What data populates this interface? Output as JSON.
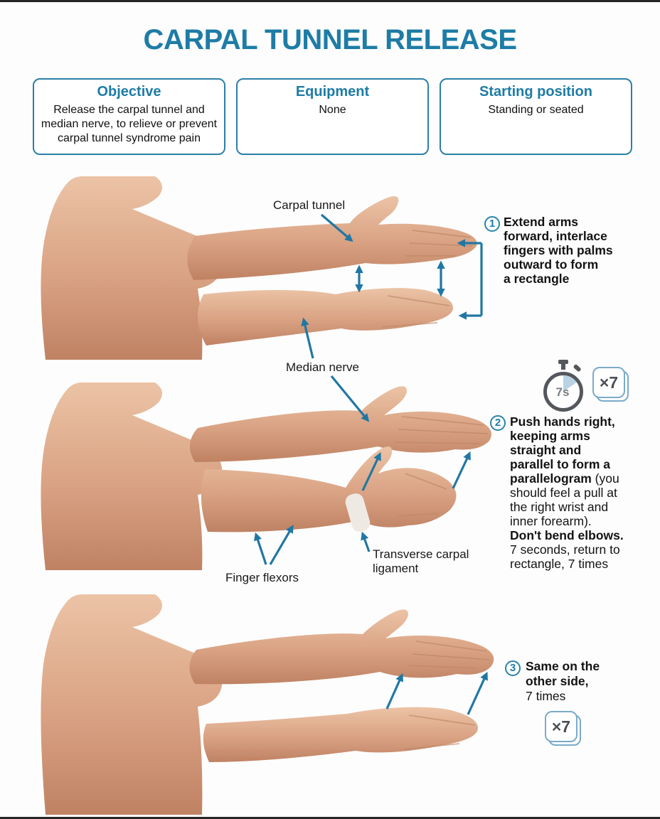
{
  "title": "CARPAL TUNNEL RELEASE",
  "info_boxes": [
    {
      "title": "Objective",
      "body": "Release the carpal tunnel and\nmedian nerve, to relieve or prevent\ncarpal tunnel syndrome pain"
    },
    {
      "title": "Equipment",
      "body": "None"
    },
    {
      "title": "Starting position",
      "body": "Standing or seated"
    }
  ],
  "labels": {
    "carpal_tunnel": "Carpal tunnel",
    "median_nerve": "Median nerve",
    "finger_flexors": "Finger flexors",
    "transverse_carpal_ligament": "Transverse carpal\nligament"
  },
  "steps": [
    {
      "number": "1",
      "bold": "Extend arms\nforward, interlace\nfingers with palms\noutward to form\na rectangle"
    },
    {
      "number": "2",
      "bold_1": "Push hands right,\nkeeping arms\nstraight and\nparallel to form a\nparallelogram ",
      "normal_1": "(you\nshould feel a pull at\nthe right wrist and\ninner forearm).\n",
      "bold_2": "Don't bend elbows.",
      "normal_2": "\n7 seconds, return to\nrectangle, 7 times"
    },
    {
      "number": "3",
      "bold": "Same on the\nother side,",
      "normal": "\n7 times"
    }
  ],
  "badges": {
    "timer_seconds": "7s",
    "repetitions": "×7"
  },
  "colors": {
    "accent": "#1e7ca6",
    "arrow": "#2177a3",
    "text": "#131313"
  }
}
